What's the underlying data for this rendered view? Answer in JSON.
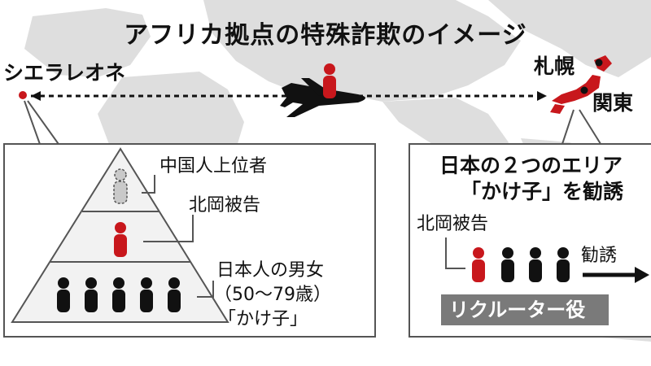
{
  "title": "アフリカ拠点の特殊詐欺のイメージ",
  "map": {
    "origin": "シエラレオネ",
    "destinations": [
      "札幌",
      "関東"
    ]
  },
  "pyramid": {
    "top_label": "中国人上位者",
    "middle_label": "北岡被告",
    "bottom_label_lines": [
      "日本人の男女",
      "（50〜79歳）",
      "「かけ子」"
    ]
  },
  "recruit_panel": {
    "heading_lines": [
      "日本の２つのエリア",
      "「かけ子」を勧誘"
    ],
    "defendant_label": "北岡被告",
    "action_label": "勧誘",
    "recruiter_label": "リクルーター役"
  },
  "colors": {
    "red": "#c8171c",
    "black": "#111111",
    "map_gray": "#dedede",
    "pyramid_fill": "#f2f2f2"
  }
}
